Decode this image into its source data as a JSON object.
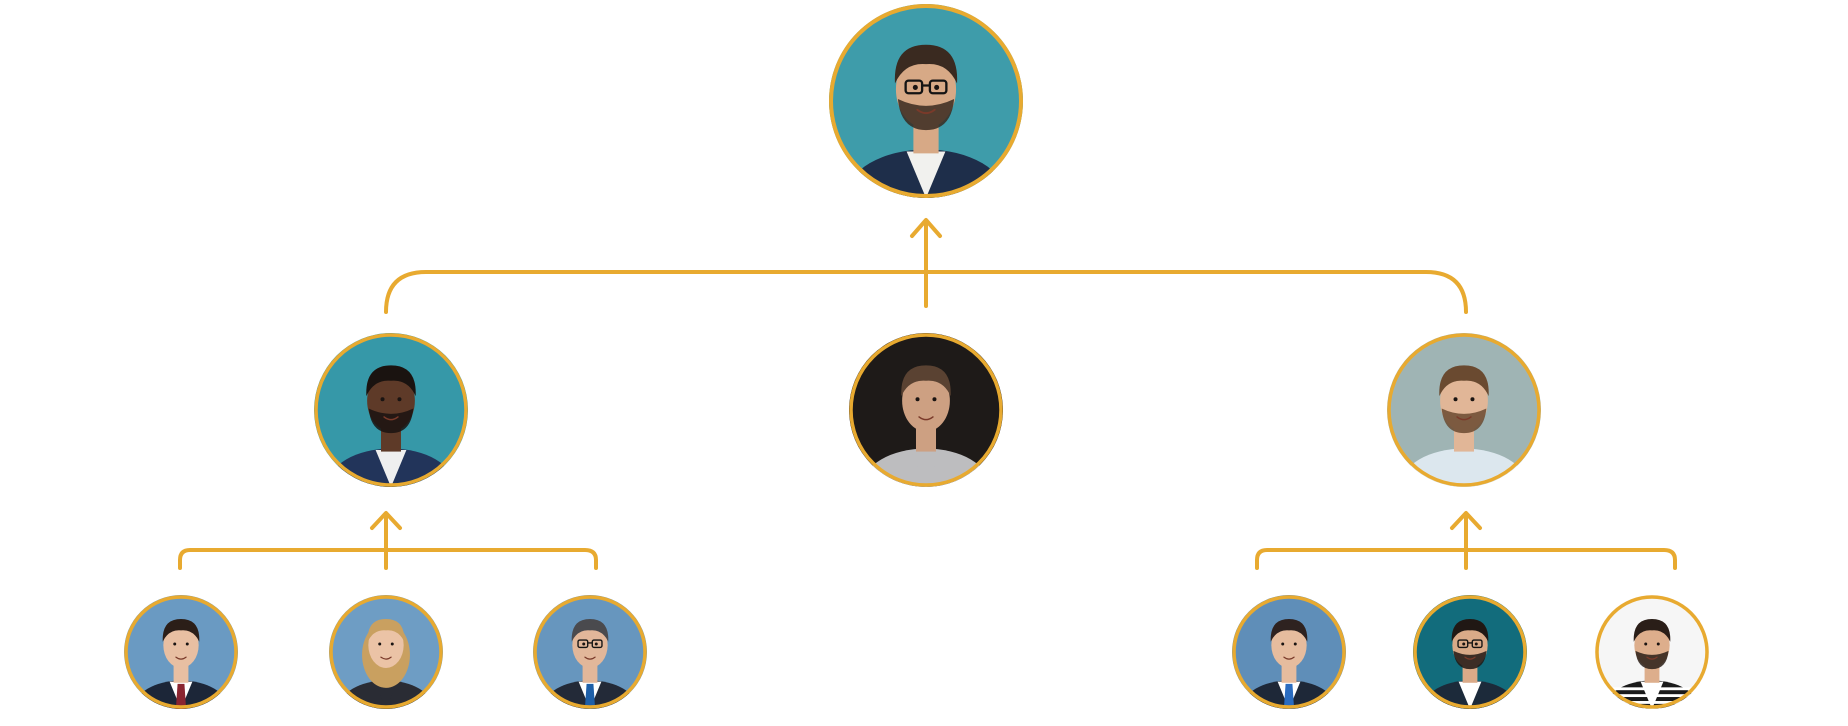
{
  "colors": {
    "accent": "#E8AA30",
    "background": "#FFFFFF"
  },
  "people": {
    "ceo": {
      "role": "top",
      "bg": "#3E9CAA",
      "skin": "#D7A986",
      "hair": "#3A2A20",
      "beard": true,
      "glasses": true,
      "suit": "#1E2E4A",
      "shirt": "#F1F1EE",
      "tie": null
    },
    "manager_left": {
      "role": "manager",
      "bg": "#3698A8",
      "skin": "#5E3A28",
      "hair": "#1A1310",
      "beard": true,
      "glasses": false,
      "suit": "#22345A",
      "shirt": "#EFEFEF",
      "tie": null
    },
    "manager_center": {
      "role": "manager",
      "bg": "#1E1A18",
      "skin": "#CDA082",
      "hair": "#5A4232",
      "beard": false,
      "glasses": false,
      "suit": "#BDBDBF",
      "shirt": "#BDBDBF",
      "tie": null
    },
    "manager_right": {
      "role": "manager",
      "bg": "#9FB4B4",
      "skin": "#E1B697",
      "hair": "#6A4A30",
      "beard": true,
      "glasses": false,
      "suit": "#DCE7EE",
      "shirt": "#DCE7EE",
      "tie": null
    },
    "staff_1": {
      "role": "staff",
      "bg": "#6A9AC2",
      "skin": "#E8BFA2",
      "hair": "#2B1E18",
      "beard": false,
      "glasses": false,
      "suit": "#1C2638",
      "shirt": "#FFFFFF",
      "tie": "#8A2430"
    },
    "staff_2": {
      "role": "staff",
      "bg": "#6E9DC4",
      "skin": "#EBC3A6",
      "hair": "#C9A060",
      "beard": false,
      "glasses": false,
      "suit": "#2A2C34",
      "shirt": "#2A2C34",
      "tie": null
    },
    "staff_3": {
      "role": "staff",
      "bg": "#6796BE",
      "skin": "#E2B79A",
      "hair": "#4A4A4E",
      "beard": false,
      "glasses": true,
      "suit": "#232A38",
      "shirt": "#FFFFFF",
      "tie": "#1E5FA8"
    },
    "staff_4": {
      "role": "staff",
      "bg": "#5F8EB8",
      "skin": "#E6BC9E",
      "hair": "#2E2220",
      "beard": false,
      "glasses": false,
      "suit": "#1E2838",
      "shirt": "#FFFFFF",
      "tie": "#2A6CC0"
    },
    "staff_5": {
      "role": "staff",
      "bg": "#126C7C",
      "skin": "#D9AA88",
      "hair": "#201814",
      "beard": true,
      "glasses": true,
      "suit": "#1C2A3A",
      "shirt": "#FFFFFF",
      "tie": null
    },
    "staff_6": {
      "role": "staff",
      "bg": "#F6F6F6",
      "skin": "#DDAE8C",
      "hair": "#2A1E18",
      "beard": true,
      "glasses": false,
      "suit": "#1A1A1A",
      "shirt": "#FFFFFF",
      "tie": null,
      "stripes": true
    }
  },
  "hierarchy": {
    "ceo": [
      "manager_left",
      "manager_center",
      "manager_right"
    ],
    "manager_left": [
      "staff_1",
      "staff_2",
      "staff_3"
    ],
    "manager_center": [],
    "manager_right": [
      "staff_4",
      "staff_5",
      "staff_6"
    ]
  }
}
